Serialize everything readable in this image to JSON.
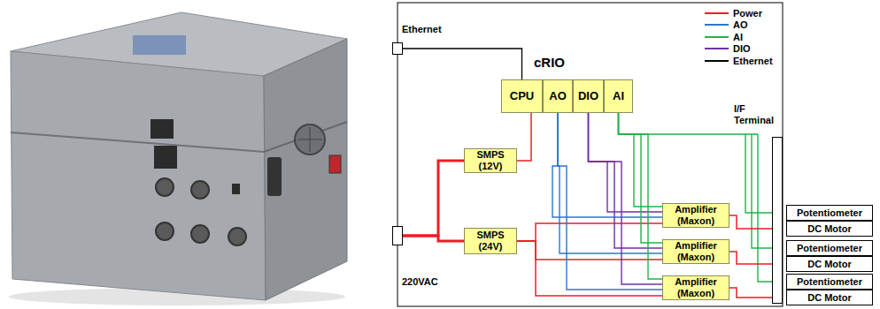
{
  "diagram": {
    "nodes": [
      {
        "text": [
          "Ethernet"
        ]
      },
      {
        "text": [
          "CPU"
        ]
      },
      {
        "text": [
          "AO"
        ]
      },
      {
        "text": [
          "DIO"
        ]
      },
      {
        "text": [
          "AI"
        ]
      },
      {
        "text": [
          "SMPS (12V)"
        ]
      },
      {
        "text": [
          "220VAC"
        ]
      },
      {
        "text": [
          "SMPS (24V)"
        ]
      },
      {
        "text": [
          "Amplifier (Maxon)"
        ]
      },
      {
        "text": [
          "Amplifier (Maxon)"
        ]
      },
      {
        "text": [
          "Amplifier (Maxon)"
        ]
      },
      {
        "text": [
          "I/F Terminal"
        ]
      },
      {
        "text": [
          "Potentiometer"
        ]
      },
      {
        "text": [
          "DC Motor"
        ]
      },
      {
        "text": [
          "Potentiometer"
        ]
      },
      {
        "text": [
          "DC Motor"
        ]
      },
      {
        "text": [
          "Potentiometer"
        ]
      },
      {
        "text": [
          "DC Motor"
        ]
      }
    ],
    "edges": [
      {
        "from": 0,
        "to": 1,
        "arrow": "none"
      },
      {
        "from": 6,
        "to": 5,
        "arrow": "none"
      },
      {
        "from": 6,
        "to": 7,
        "arrow": "none"
      },
      {
        "from": 5,
        "to": 1,
        "arrow": "none"
      },
      {
        "from": 7,
        "to": 8,
        "arrow": "none"
      },
      {
        "from": 7,
        "to": 9,
        "arrow": "none"
      },
      {
        "from": 7,
        "to": 10,
        "arrow": "none"
      },
      {
        "from": 2,
        "to": 8,
        "arrow": "none"
      },
      {
        "from": 2,
        "to": 9,
        "arrow": "none"
      },
      {
        "from": 2,
        "to": 10,
        "arrow": "none"
      },
      {
        "from": 3,
        "to": 8,
        "arrow": "none"
      },
      {
        "from": 3,
        "to": 9,
        "arrow": "none"
      },
      {
        "from": 3,
        "to": 10,
        "arrow": "none"
      },
      {
        "from": 4,
        "to": 8,
        "arrow": "none"
      },
      {
        "from": 4,
        "to": 9,
        "arrow": "none"
      },
      {
        "from": 4,
        "to": 10,
        "arrow": "none"
      },
      {
        "from": 4,
        "to": 11,
        "arrow": "none"
      },
      {
        "from": 8,
        "to": 11,
        "arrow": "none"
      },
      {
        "from": 9,
        "to": 11,
        "arrow": "none"
      },
      {
        "from": 10,
        "to": 11,
        "arrow": "none"
      }
    ],
    "labels": [
      "cRIO"
    ],
    "legend": [
      {
        "text": "Power"
      },
      {
        "text": "AO"
      },
      {
        "text": "AI"
      },
      {
        "text": "DIO"
      },
      {
        "text": "Ethernet"
      }
    ]
  }
}
